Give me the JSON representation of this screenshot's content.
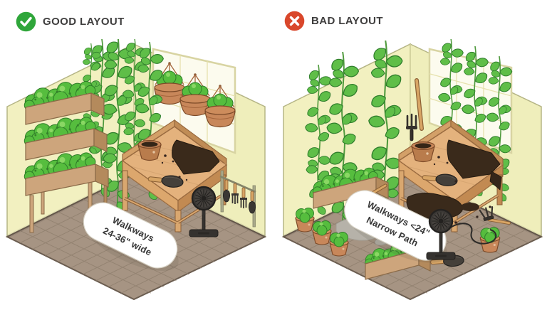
{
  "header": {
    "good": {
      "label": "GOOD LAYOUT",
      "icon": "check-icon",
      "color": "#2fa63a"
    },
    "bad": {
      "label": "BAD LAYOUT",
      "icon": "x-icon",
      "color": "#d9472b"
    }
  },
  "scenes": {
    "good": {
      "floor_label_line1": "Walkways",
      "floor_label_line2": "24-36\" wide"
    },
    "bad": {
      "floor_label_line1": "Walkways <24\"",
      "floor_label_line2": "Narrow Path"
    }
  },
  "palette": {
    "wall": "#f2f0c0",
    "floor": "#a69483",
    "wood": "#d9a76f",
    "plant_green": "#56bd3e",
    "terracotta": "#c8875a",
    "equipment_black": "#35322f",
    "label_text": "#383838"
  }
}
